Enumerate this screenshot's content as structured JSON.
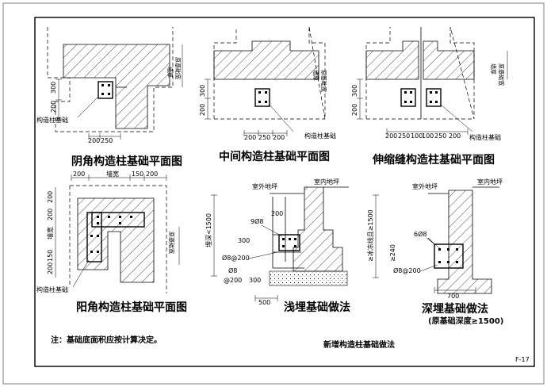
{
  "drawings": {
    "d1": {
      "title": "阴角构造柱基础平面图",
      "label_column": "构造柱基础",
      "label_wall": "墙厚",
      "label_base": "原基础宽",
      "dim_v": [
        "300",
        "200"
      ],
      "dim_h": [
        "200",
        "250"
      ]
    },
    "d2": {
      "title": "中间构造柱基础平面图",
      "label_column": "构造柱基础",
      "label_wall": "墙厚",
      "label_base": "原基础宽",
      "dim_v": [
        "300",
        "200"
      ],
      "dim_h": [
        "200",
        "250",
        "200"
      ]
    },
    "d3": {
      "title": "伸缩缝构造柱基础平面图",
      "label_column": "构造柱基础",
      "label_wall": "墙厚",
      "label_base": "原基础宽",
      "dim_v": [
        "300",
        "200"
      ],
      "dim_h": [
        "200",
        "250",
        "100",
        "100",
        "250",
        "200"
      ]
    },
    "d4": {
      "title": "阳角构造柱基础平面图",
      "label_column": "构造柱基础",
      "label_wall": "墙宽",
      "label_base": "原基础宽",
      "label_wall_side": "墙宽",
      "dim_h": [
        "200",
        "150",
        "200"
      ],
      "dim_v": [
        "200",
        "200",
        "150",
        "200"
      ]
    },
    "d5": {
      "title": "浅埋基础做法",
      "label_outdoor": "室外地坪",
      "label_indoor": "室内地坪",
      "rebar_1": "9Ø8",
      "rebar_2": "Ø8@200",
      "rebar_3": "Ø8",
      "rebar_4": "@200",
      "dim_side": "埋深<1500",
      "dim_200": "200",
      "dim_300": "300",
      "dim_300b": "300",
      "dim_500": "500"
    },
    "d6": {
      "title": "深埋基础做法",
      "subtitle": "(原基础深度≥1500)",
      "label_outdoor": "室外地坪",
      "label_indoor": "室内地坪",
      "rebar_1": "6Ø8",
      "rebar_2": "Ø8@200",
      "dim_side": "≥冰冻线且≥1500",
      "dim_240": "≥240",
      "dim_700": "700"
    }
  },
  "footer": {
    "note": "注：基础底面积应按计算决定。",
    "caption": "新增构造柱基础做法",
    "sheet_no": "F-17"
  }
}
